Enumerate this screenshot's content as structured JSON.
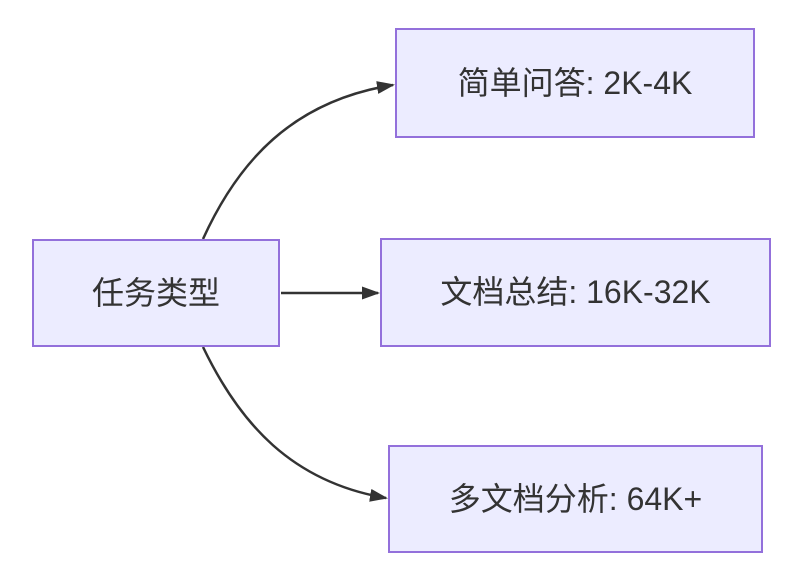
{
  "diagram": {
    "type": "flowchart-left-to-right",
    "colors": {
      "background": "#ffffff",
      "node_fill": "#ececff",
      "node_border": "#9370db",
      "edge": "#333333",
      "text": "#333333"
    },
    "nodes": [
      {
        "id": "root",
        "label": "任务类型"
      },
      {
        "id": "simple-qa",
        "label": "简单问答: 2K-4K"
      },
      {
        "id": "doc-summary",
        "label": "文档总结: 16K-32K"
      },
      {
        "id": "multi-doc-analysis",
        "label": "多文档分析: 64K+"
      }
    ],
    "edges": [
      {
        "from": "任务类型",
        "to": "简单问答: 2K-4K"
      },
      {
        "from": "任务类型",
        "to": "文档总结: 16K-32K"
      },
      {
        "from": "任务类型",
        "to": "多文档分析: 64K+"
      }
    ]
  }
}
